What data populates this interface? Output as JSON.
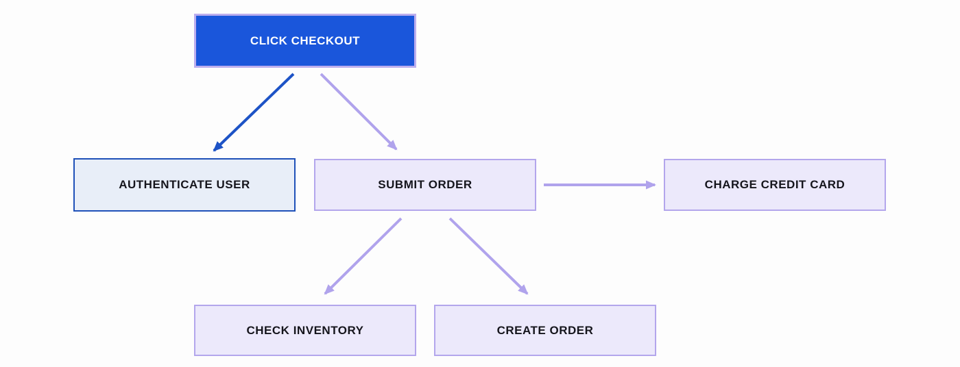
{
  "diagram": {
    "title": "checkout-flowchart",
    "nodes": [
      {
        "id": "click-checkout",
        "label": "CLICK CHECKOUT",
        "style": "primary"
      },
      {
        "id": "authenticate-user",
        "label": "AUTHENTICATE USER",
        "style": "blue-outline"
      },
      {
        "id": "submit-order",
        "label": "SUBMIT ORDER",
        "style": "lavender"
      },
      {
        "id": "charge-credit-card",
        "label": "CHARGE CREDIT CARD",
        "style": "lavender"
      },
      {
        "id": "check-inventory",
        "label": "CHECK INVENTORY",
        "style": "lavender"
      },
      {
        "id": "create-order",
        "label": "CREATE ORDER",
        "style": "lavender"
      }
    ],
    "edges": [
      {
        "from": "click-checkout",
        "to": "authenticate-user",
        "color": "blue"
      },
      {
        "from": "click-checkout",
        "to": "submit-order",
        "color": "purple"
      },
      {
        "from": "submit-order",
        "to": "charge-credit-card",
        "color": "purple"
      },
      {
        "from": "submit-order",
        "to": "check-inventory",
        "color": "purple"
      },
      {
        "from": "submit-order",
        "to": "create-order",
        "color": "purple"
      }
    ],
    "colors": {
      "background": "#fdfdfd",
      "primary_fill": "#1a56db",
      "primary_border": "#bcaeee",
      "primary_text": "#ffffff",
      "blue_outline_fill": "#e8eef8",
      "blue_outline_border": "#1e50b8",
      "lavender_fill": "#ece9fb",
      "lavender_border": "#b3a6ec",
      "node_text": "#15151c",
      "arrow_blue": "#1d53c6",
      "arrow_purple": "#b0a3ec"
    }
  }
}
